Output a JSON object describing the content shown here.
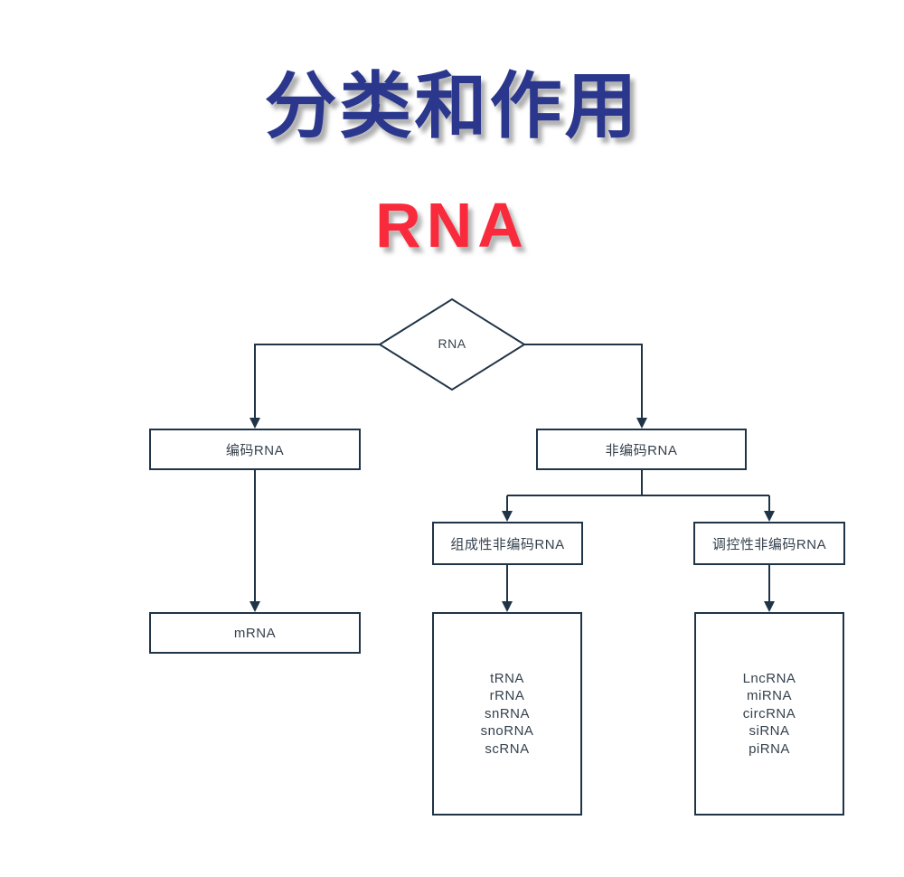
{
  "page": {
    "background_color": "#FFFFFF"
  },
  "title": {
    "text": "分类和作用",
    "color": "#2A378C"
  },
  "subtitle": {
    "text": "RNA",
    "color": "#F92A3C"
  },
  "flowchart": {
    "stroke_color": "#203447",
    "text_color": "#35424E",
    "root": {
      "shape": "diamond",
      "label": "RNA"
    },
    "nodes": {
      "coding": {
        "label": "编码RNA"
      },
      "noncoding": {
        "label": "非编码RNA"
      },
      "constitutive": {
        "label": "组成性非编码RNA"
      },
      "regulatory": {
        "label": "调控性非编码RNA"
      },
      "mrna": {
        "label": "mRNA"
      },
      "constitutive_types": {
        "items": [
          "tRNA",
          "rRNA",
          "snRNA",
          "snoRNA",
          "scRNA"
        ]
      },
      "regulatory_types": {
        "items": [
          "LncRNA",
          "miRNA",
          "circRNA",
          "siRNA",
          "piRNA"
        ]
      }
    }
  }
}
